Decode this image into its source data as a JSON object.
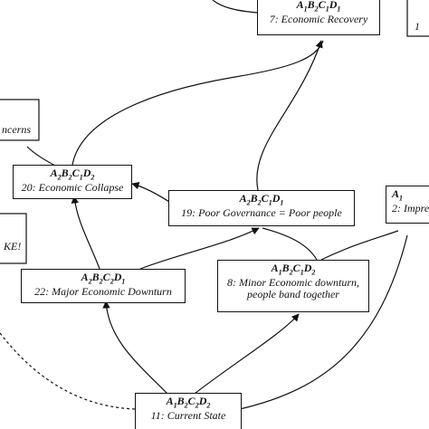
{
  "nodes": {
    "n7": {
      "code": [
        [
          "A",
          "1"
        ],
        [
          "B",
          "2"
        ],
        [
          "C",
          "1"
        ],
        [
          "D",
          "1"
        ]
      ],
      "label": "7: Economic Recovery"
    },
    "n20": {
      "code": [
        [
          "A",
          "2"
        ],
        [
          "B",
          "2"
        ],
        [
          "C",
          "1"
        ],
        [
          "D",
          "2"
        ]
      ],
      "label": "20: Economic Collapse"
    },
    "n19": {
      "code": [
        [
          "A",
          "2"
        ],
        [
          "B",
          "2"
        ],
        [
          "C",
          "1"
        ],
        [
          "D",
          "1"
        ]
      ],
      "label": "19: Poor Governance = Poor people"
    },
    "n22": {
      "code": [
        [
          "A",
          "2"
        ],
        [
          "B",
          "2"
        ],
        [
          "C",
          "2"
        ],
        [
          "D",
          "1"
        ]
      ],
      "label": "22: Major Economic Downturn"
    },
    "n8": {
      "code": [
        [
          "A",
          "1"
        ],
        [
          "B",
          "2"
        ],
        [
          "C",
          "1"
        ],
        [
          "D",
          "2"
        ]
      ],
      "label": "8: Minor Economic downturn,",
      "label2": "people band together"
    },
    "n11": {
      "code": [
        [
          "A",
          "1"
        ],
        [
          "B",
          "2"
        ],
        [
          "C",
          "2"
        ],
        [
          "D",
          "2"
        ]
      ],
      "label": "11: Current State"
    },
    "n2": {
      "code": [
        [
          "A",
          "1"
        ]
      ],
      "label": "2: Impre"
    }
  },
  "fragments": {
    "concerns": "ncerns",
    "ke": "KE!",
    "one": "1"
  }
}
